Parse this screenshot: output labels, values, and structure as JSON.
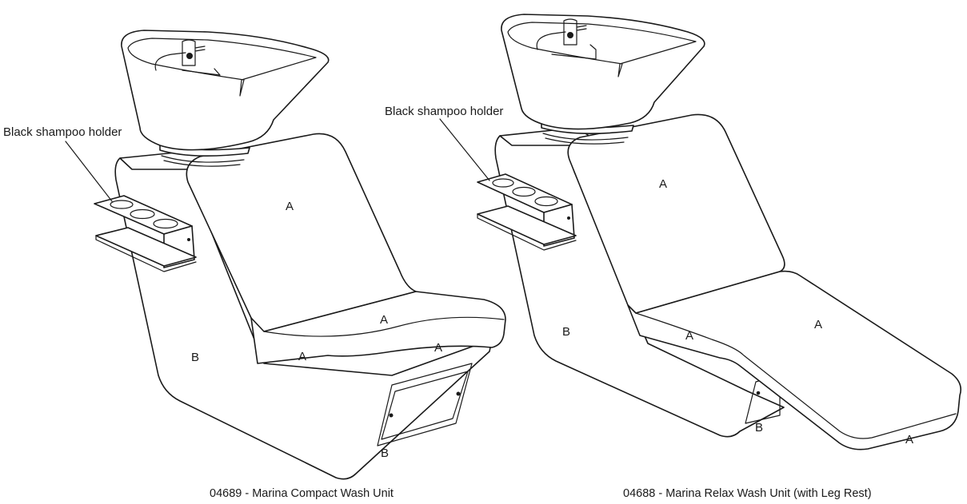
{
  "units": [
    {
      "id": "compact",
      "caption": "04689 - Marina Compact Wash Unit",
      "holder_label": "Black shampoo holder",
      "part_labels": [
        "A",
        "A",
        "A",
        "A",
        "B",
        "B"
      ]
    },
    {
      "id": "relax",
      "caption": "04688 - Marina Relax Wash Unit (with Leg Rest)",
      "holder_label": "Black shampoo holder",
      "part_labels": [
        "A",
        "A",
        "A",
        "A",
        "B",
        "B"
      ]
    }
  ]
}
